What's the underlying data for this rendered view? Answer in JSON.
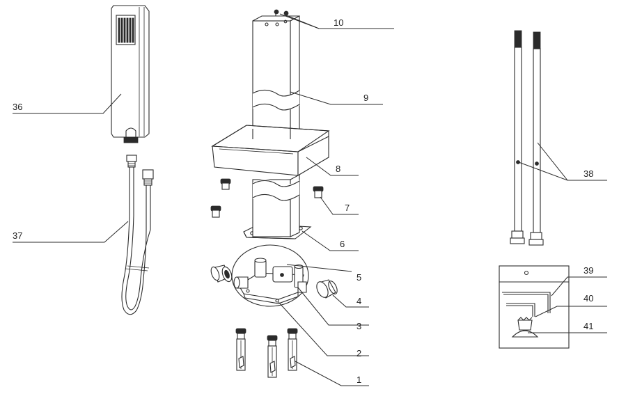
{
  "callouts": {
    "c1": "1",
    "c2": "2",
    "c3": "3",
    "c4": "4",
    "c5": "5",
    "c6": "6",
    "c7": "7",
    "c8": "8",
    "c9": "9",
    "c10": "10",
    "c36": "36",
    "c37": "37",
    "c38": "38",
    "c39": "39",
    "c40": "40",
    "c41": "41"
  },
  "colors": {
    "line": "#2b2b2b",
    "background": "#ffffff"
  }
}
